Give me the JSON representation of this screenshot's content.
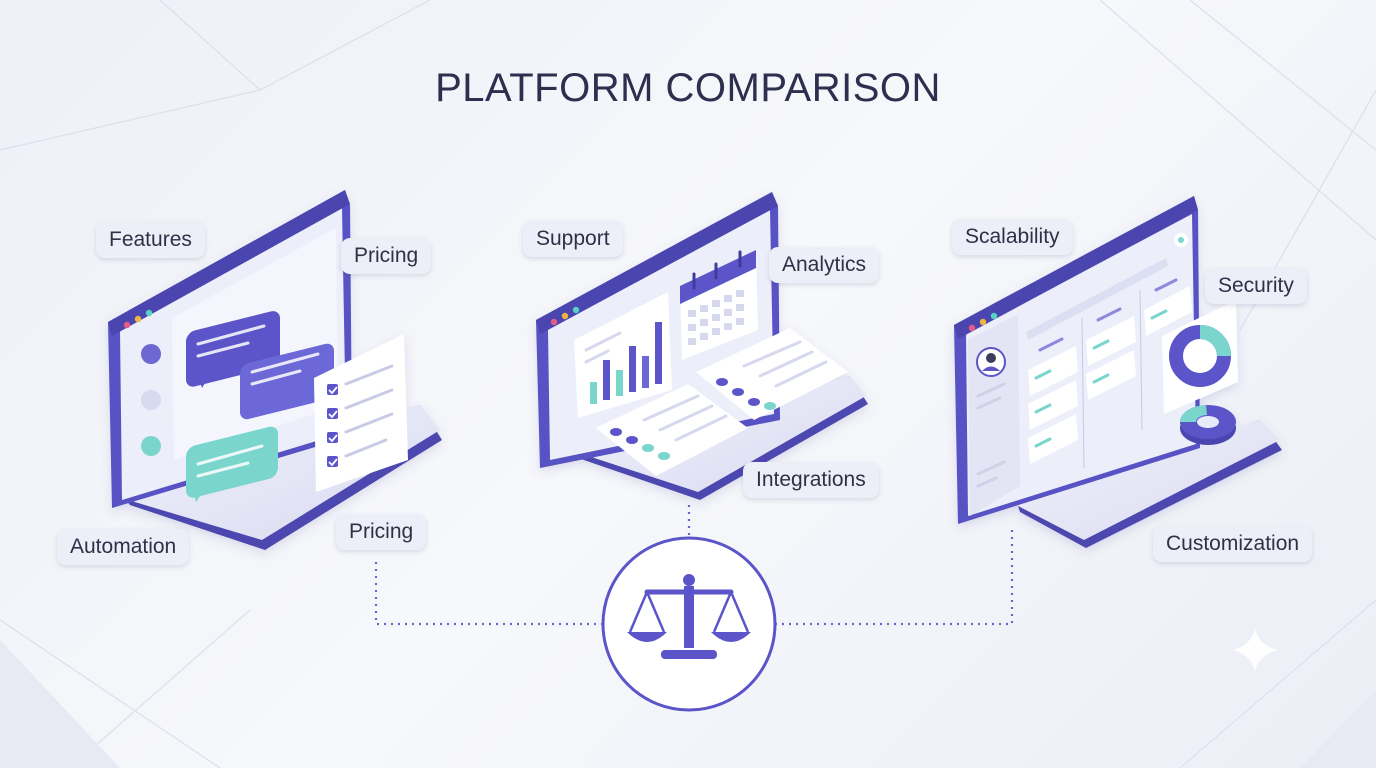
{
  "title": "PLATFORM COMPARISON",
  "colors": {
    "primary": "#5b55c9",
    "primary_dark": "#4c45b3",
    "teal": "#7ad6cc",
    "panel": "#e9eaf8",
    "text": "#2d2f4e"
  },
  "platforms": [
    {
      "name": "left",
      "tags": [
        "Features",
        "Pricing",
        "Automation",
        "Pricing"
      ],
      "icons": [
        "chat-bubbles-icon",
        "checklist-icon"
      ]
    },
    {
      "name": "center",
      "tags": [
        "Support",
        "Analytics",
        "Integrations"
      ],
      "icons": [
        "bar-chart-icon",
        "calendar-icon",
        "task-list-icon"
      ]
    },
    {
      "name": "right",
      "tags": [
        "Scalability",
        "Security",
        "Customization"
      ],
      "icons": [
        "avatar-icon",
        "kanban-board-icon",
        "donut-chart-icon"
      ]
    }
  ],
  "hub": {
    "icon": "balance-scale-icon"
  }
}
